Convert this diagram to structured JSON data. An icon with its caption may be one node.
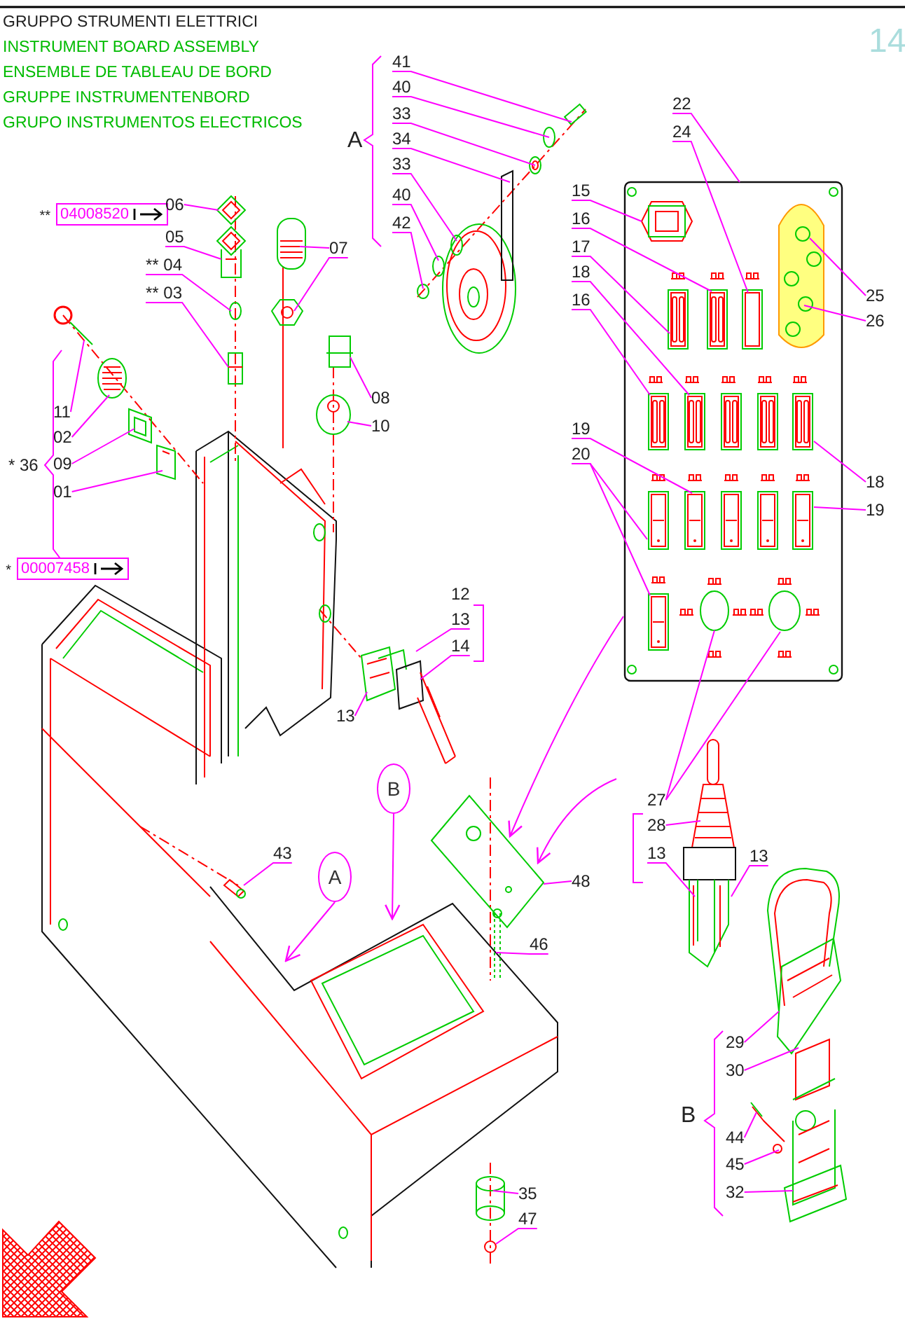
{
  "diagram": {
    "title": "GRUPPO STRUMENTI ELETTRICI",
    "nodes": [
      {
        "text": [
          "04008520"
        ],
        "beside": [
          "**"
        ]
      },
      {
        "text": [
          "06"
        ]
      },
      {
        "text": [
          "05"
        ]
      },
      {
        "text": [
          "** 04"
        ]
      },
      {
        "text": [
          "** 03"
        ]
      },
      {
        "text": [
          "07"
        ]
      },
      {
        "text": [
          "11"
        ]
      },
      {
        "text": [
          "02"
        ]
      },
      {
        "text": [
          "09"
        ]
      },
      {
        "text": [
          "01"
        ]
      },
      {
        "text": [
          "* 36"
        ]
      },
      {
        "text": [
          "00007458"
        ],
        "beside": [
          "*"
        ]
      },
      {
        "text": [
          "08"
        ]
      },
      {
        "text": [
          "10"
        ]
      },
      {
        "text": [
          "41"
        ]
      },
      {
        "text": [
          "40"
        ]
      },
      {
        "text": [
          "33"
        ]
      },
      {
        "text": [
          "34"
        ]
      },
      {
        "text": [
          "33"
        ]
      },
      {
        "text": [
          "40"
        ]
      },
      {
        "text": [
          "42"
        ]
      },
      {
        "text": [
          "22"
        ]
      },
      {
        "text": [
          "24"
        ]
      },
      {
        "text": [
          "15"
        ]
      },
      {
        "text": [
          "16"
        ]
      },
      {
        "text": [
          "17"
        ]
      },
      {
        "text": [
          "18"
        ]
      },
      {
        "text": [
          "16"
        ]
      },
      {
        "text": [
          "25"
        ]
      },
      {
        "text": [
          "26"
        ]
      },
      {
        "text": [
          "18"
        ]
      },
      {
        "text": [
          "19"
        ]
      },
      {
        "text": [
          "19"
        ]
      },
      {
        "text": [
          "20"
        ]
      },
      {
        "text": [
          "12"
        ]
      },
      {
        "text": [
          "13"
        ]
      },
      {
        "text": [
          "14"
        ]
      },
      {
        "text": [
          "13"
        ]
      },
      {
        "text": [
          "27"
        ]
      },
      {
        "text": [
          "28"
        ]
      },
      {
        "text": [
          "13"
        ]
      },
      {
        "text": [
          "13"
        ]
      },
      {
        "text": [
          "29"
        ]
      },
      {
        "text": [
          "30"
        ]
      },
      {
        "text": [
          "44"
        ]
      },
      {
        "text": [
          "45"
        ]
      },
      {
        "text": [
          "32"
        ]
      },
      {
        "text": [
          "43"
        ]
      },
      {
        "text": [
          "48"
        ]
      },
      {
        "text": [
          "46"
        ]
      },
      {
        "text": [
          "35"
        ]
      },
      {
        "text": [
          "47"
        ]
      },
      {
        "text": [
          "A"
        ]
      },
      {
        "text": [
          "B"
        ]
      },
      {
        "text": [],
        "shape": "box"
      },
      {
        "text": [],
        "shape": "box"
      },
      {
        "text": [],
        "shape": "picture"
      },
      {
        "text": [],
        "shape": "picture"
      },
      {
        "text": [],
        "shape": "picture"
      },
      {
        "text": [],
        "shape": "picture"
      },
      {
        "text": [],
        "shape": "picture"
      },
      {
        "text": [],
        "shape": "picture"
      },
      {
        "text": [],
        "shape": "picture"
      },
      {
        "text": [],
        "shape": "picture"
      },
      {
        "text": [],
        "shape": "picture"
      },
      {
        "text": [],
        "shape": "picture"
      }
    ],
    "edges": [
      {
        "from": 1,
        "to": 56,
        "arrow": "none"
      },
      {
        "from": 2,
        "to": 56,
        "arrow": "none"
      },
      {
        "from": 3,
        "to": 56,
        "arrow": "none"
      },
      {
        "from": 4,
        "to": 56,
        "arrow": "none"
      },
      {
        "from": 5,
        "to": 56,
        "arrow": "none"
      },
      {
        "from": 5,
        "to": 56,
        "arrow": "none"
      },
      {
        "from": 6,
        "to": 63,
        "arrow": "none"
      },
      {
        "from": 7,
        "to": 64,
        "arrow": "none"
      },
      {
        "from": 8,
        "to": 64,
        "arrow": "none"
      },
      {
        "from": 9,
        "to": 64,
        "arrow": "none"
      },
      {
        "from": 12,
        "to": 65,
        "arrow": "none"
      },
      {
        "from": 13,
        "to": 65,
        "arrow": "none"
      },
      {
        "from": 14,
        "to": 57,
        "arrow": "none"
      },
      {
        "from": 15,
        "to": 57,
        "arrow": "none"
      },
      {
        "from": 16,
        "to": 57,
        "arrow": "none"
      },
      {
        "from": 17,
        "to": 57,
        "arrow": "none"
      },
      {
        "from": 18,
        "to": 57,
        "arrow": "none"
      },
      {
        "from": 19,
        "to": 57,
        "arrow": "none"
      },
      {
        "from": 20,
        "to": 57,
        "arrow": "none"
      },
      {
        "from": 21,
        "to": 54,
        "arrow": "none"
      },
      {
        "from": 22,
        "to": 54,
        "arrow": "none"
      },
      {
        "from": 23,
        "to": 54,
        "arrow": "none"
      },
      {
        "from": 24,
        "to": 54,
        "arrow": "none"
      },
      {
        "from": 25,
        "to": 54,
        "arrow": "none"
      },
      {
        "from": 26,
        "to": 54,
        "arrow": "none"
      },
      {
        "from": 27,
        "to": 54,
        "arrow": "none"
      },
      {
        "from": 28,
        "to": 54,
        "arrow": "none"
      },
      {
        "from": 29,
        "to": 54,
        "arrow": "none"
      },
      {
        "from": 30,
        "to": 54,
        "arrow": "none"
      },
      {
        "from": 31,
        "to": 54,
        "arrow": "none"
      },
      {
        "from": 32,
        "to": 54,
        "arrow": "none"
      },
      {
        "from": 33,
        "to": 54,
        "arrow": "none"
      },
      {
        "from": 33,
        "to": 54,
        "arrow": "none"
      },
      {
        "from": 35,
        "to": 58,
        "arrow": "none"
      },
      {
        "from": 36,
        "to": 58,
        "arrow": "none"
      },
      {
        "from": 37,
        "to": 58,
        "arrow": "none"
      },
      {
        "from": 38,
        "to": 54,
        "arrow": "none"
      },
      {
        "from": 38,
        "to": 54,
        "arrow": "none"
      },
      {
        "from": 39,
        "to": 59,
        "arrow": "none"
      },
      {
        "from": 40,
        "to": 59,
        "arrow": "none"
      },
      {
        "from": 41,
        "to": 59,
        "arrow": "none"
      },
      {
        "from": 42,
        "to": 60,
        "arrow": "none"
      },
      {
        "from": 43,
        "to": 60,
        "arrow": "none"
      },
      {
        "from": 44,
        "to": 60,
        "arrow": "none"
      },
      {
        "from": 45,
        "to": 60,
        "arrow": "none"
      },
      {
        "from": 46,
        "to": 60,
        "arrow": "none"
      },
      {
        "from": 47,
        "to": 62,
        "arrow": "none"
      },
      {
        "from": 48,
        "to": 55,
        "arrow": "none"
      },
      {
        "from": 49,
        "to": 61,
        "arrow": "none"
      },
      {
        "from": 50,
        "to": 61,
        "arrow": "none"
      },
      {
        "from": 51,
        "to": 61,
        "arrow": "none"
      },
      {
        "from": 52,
        "to": null,
        "arrow": "to"
      },
      {
        "from": 53,
        "to": null,
        "arrow": "to"
      },
      {
        "from": 54,
        "to": 55,
        "arrow": "to"
      },
      {
        "from": null,
        "to": 55,
        "arrow": "to"
      }
    ],
    "labels": [
      "INSTRUMENT BOARD ASSEMBLY",
      "ENSEMBLE DE TABLEAU DE BORD",
      "GRUPPE INSTRUMENTENBORD",
      "GRUPO INSTRUMENTOS ELECTRICOS",
      "14",
      "A",
      "B"
    ]
  }
}
